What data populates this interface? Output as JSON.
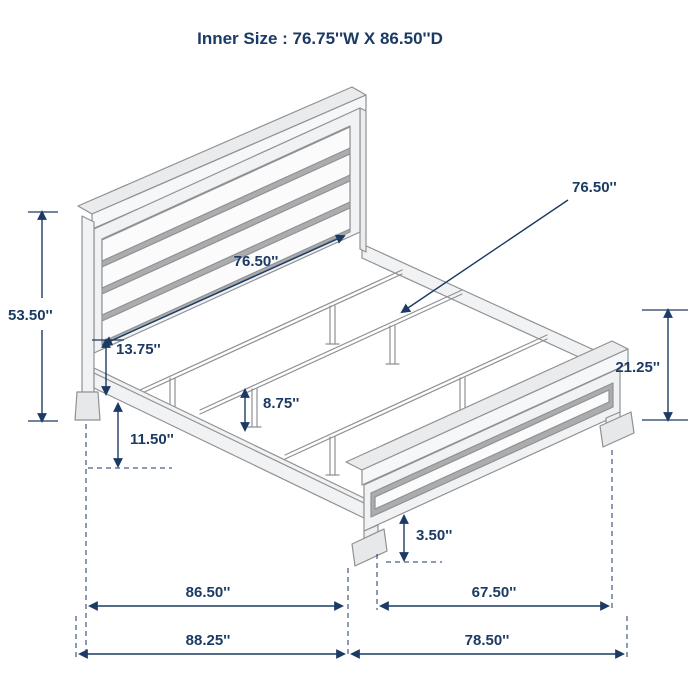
{
  "title": "Inner Size : 76.75''W X 86.50''D",
  "colors": {
    "dimension_text": "#1b3a64",
    "drawing_line": "#8f9194",
    "background": "#ffffff"
  },
  "dims": {
    "headboard_height": "53.50''",
    "inner_width_callout": "76.50''",
    "headboard_inner_width": "76.50''",
    "headboard_to_rail_gap": "13.75''",
    "footboard_height": "21.25''",
    "side_rail_height": "11.50''",
    "support_leg_height": "8.75''",
    "footboard_foot_height": "3.50''",
    "inner_rail_length": "86.50''",
    "footboard_section_width": "67.50''",
    "overall_depth": "88.25''",
    "overall_width": "78.50''"
  }
}
